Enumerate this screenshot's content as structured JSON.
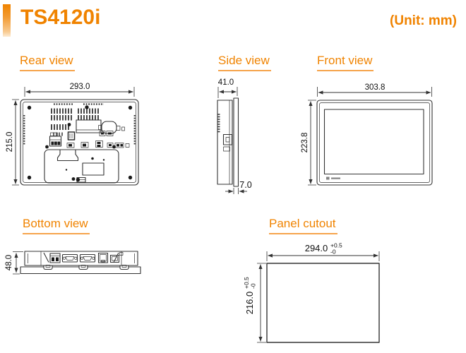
{
  "header": {
    "title": "TS4120i",
    "unit": "(Unit: mm)"
  },
  "sections": {
    "rear": {
      "label": "Rear view",
      "dim_width": "293.0",
      "dim_height": "215.0"
    },
    "side": {
      "label": "Side view",
      "dim_depth": "41.0",
      "dim_panel_thickness": "7.0"
    },
    "front": {
      "label": "Front view",
      "dim_width": "303.8",
      "dim_height": "223.8"
    },
    "bottom": {
      "label": "Bottom view",
      "dim_height": "48.0"
    },
    "cutout": {
      "label": "Panel cutout",
      "dim_width": "294.0",
      "dim_width_tol_upper": "+0.5",
      "dim_width_tol_lower": "-0",
      "dim_height": "216.0",
      "dim_height_tol_upper": "+0.5",
      "dim_height_tol_lower": "-0"
    }
  },
  "colors": {
    "accent": "#F08300",
    "underline": "#F6A44C",
    "line": "#333333"
  }
}
